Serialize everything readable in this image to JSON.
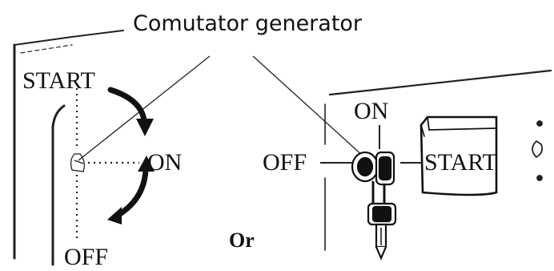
{
  "caption": "Comutator generator",
  "left_switch": {
    "start_label": "START",
    "on_label": "ON",
    "off_label": "OFF"
  },
  "separator_label": "Or",
  "right_switch": {
    "on_label": "ON",
    "off_label": "OFF",
    "start_label": "START"
  }
}
